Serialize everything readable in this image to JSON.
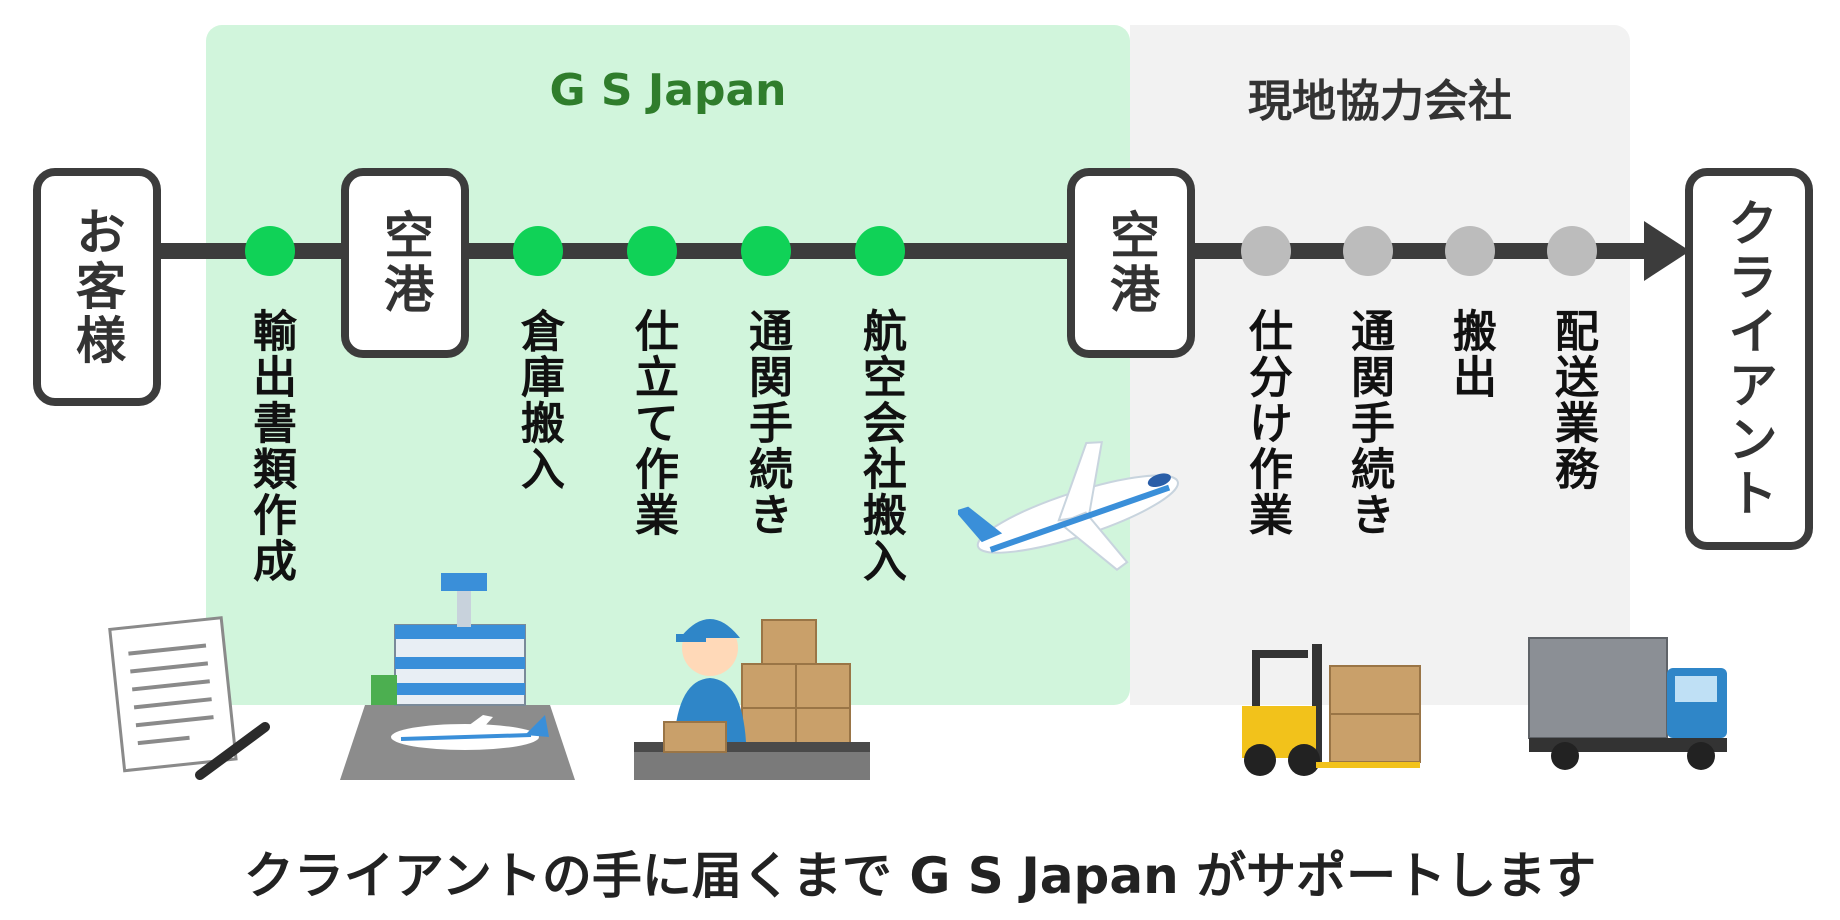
{
  "zones": {
    "company": "G S Japan",
    "partner": "現地協力会社"
  },
  "boxes": {
    "customer": "お客様",
    "airport_origin": "空港",
    "airport_destination": "空港",
    "client": "クライアント"
  },
  "steps_company": [
    "輸出書類作成",
    "倉庫搬入",
    "仕立て作業",
    "通関手続き",
    "航空会社搬入"
  ],
  "steps_partner": [
    "仕分け作業",
    "通関手続き",
    "搬出",
    "配送業務"
  ],
  "footer": "クライアントの手に届くまで G S Japan がサポートします",
  "colors": {
    "company_zone": "#d1f5dc",
    "partner_zone": "#f2f2f2",
    "company_dot": "#10d257",
    "partner_dot": "#bcbcbc",
    "line": "#3c3c3c",
    "company_title": "#2f7d2c"
  },
  "illustrations": [
    "document-pen-icon",
    "airport-icon",
    "airplane-icon",
    "warehouse-worker-icon",
    "forklift-icon",
    "truck-icon"
  ]
}
